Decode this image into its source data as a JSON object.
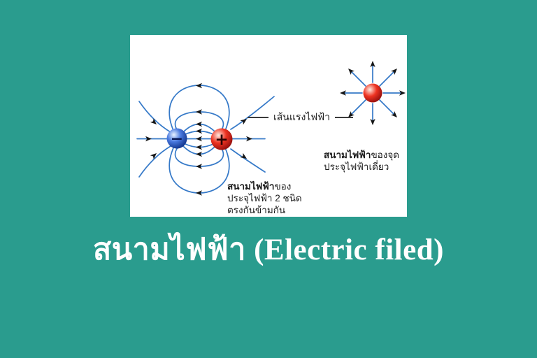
{
  "slide": {
    "title": "สนามไฟฟ้า (Electric filed)",
    "title_color": "#ffffff",
    "background_color": "#2a9c8e"
  },
  "figure": {
    "background_color": "#ffffff",
    "field_line_label": "เส้นแรงไฟฟ้า",
    "dipole": {
      "negative_charge_sign": "−",
      "positive_charge_sign": "+",
      "caption_bold": "สนามไฟฟ้า",
      "caption_line1_rest": "ของ",
      "caption_line2": "ประจุไฟฟ้า 2 ชนิด",
      "caption_line3": "ตรงกันข้ามกัน"
    },
    "point_charge": {
      "caption_bold": "สนามไฟฟ้า",
      "caption_line1_rest": "ของจุด",
      "caption_line2": "ประจุไฟฟ้าเดี่ยว"
    },
    "colors": {
      "field_line": "#3579c8",
      "arrowhead": "#151515",
      "negative_charge": "#1e4fc0",
      "positive_charge": "#e02020"
    }
  }
}
